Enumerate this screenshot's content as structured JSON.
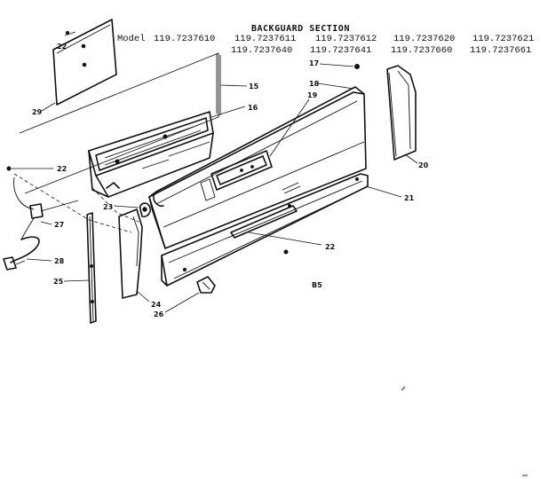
{
  "header": {
    "section_title": "BACKGUARD SECTION",
    "model_label": "Model",
    "models_row1": [
      "119.7237610",
      "119.7237611",
      "119.7237612",
      "119.7237620",
      "119.7237621"
    ],
    "models_row2": [
      "119.7237640",
      "119.7237641",
      "119.7237660",
      "119.7237661"
    ]
  },
  "callouts": {
    "c15": "15",
    "c16": "16",
    "c17": "17",
    "c18": "18",
    "c19": "19",
    "c20": "20",
    "c21": "21",
    "c22a": "22",
    "c22b": "22",
    "c22c": "22",
    "c23": "23",
    "c24": "24",
    "c25": "25",
    "c26": "26",
    "c27": "27",
    "c28": "28",
    "c29": "29"
  },
  "footer_code": "B5"
}
